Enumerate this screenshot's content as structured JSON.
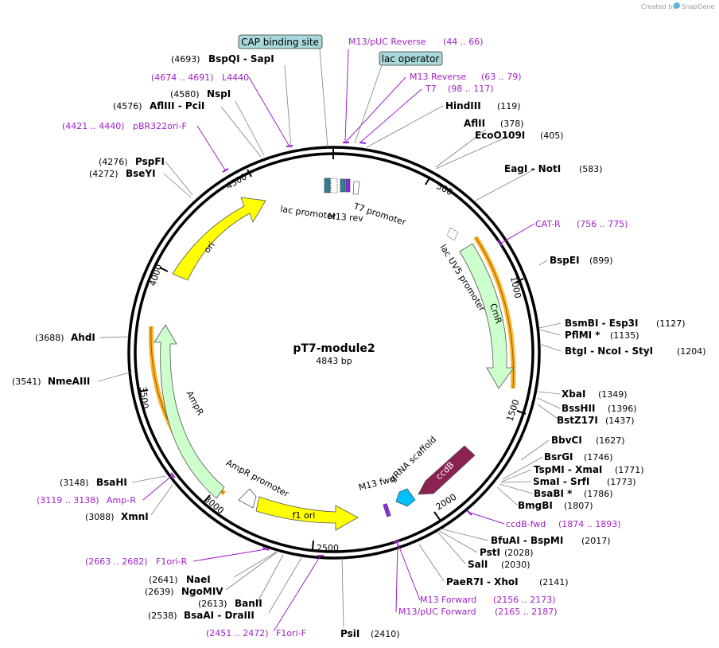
{
  "credit": {
    "created_by": "Created by",
    "brand": "SnapGene"
  },
  "plasmid": {
    "name": "pT7-module2",
    "length": "4843 bp",
    "bp": 4843
  },
  "colors": {
    "ring": "#000000",
    "site_line": "#808080",
    "primer": "#a020c8",
    "yellow": "#ffff00",
    "light_green": "#ccffcc",
    "orange": "#ffa500",
    "maroon": "#8b2252",
    "cyan": "#00bfff",
    "teal_box": "#a8d8dc",
    "purple_feature": "#8a2be2",
    "teal_feature": "#2f7f96"
  },
  "ticks": [
    "500",
    "1000",
    "1500",
    "2000",
    "2500",
    "3000",
    "3500",
    "4000",
    "4500"
  ],
  "sites": [
    {
      "name": "BspQI  -  SapI",
      "pos": "(4693)"
    },
    {
      "name": "NspI",
      "pos": "(4580)"
    },
    {
      "name": "AflIII  -  PciI",
      "pos": "(4576)"
    },
    {
      "name": "PspFI",
      "pos": "(4276)"
    },
    {
      "name": "BseYI",
      "pos": "(4272)"
    },
    {
      "name": "HindIII",
      "pos": "(119)"
    },
    {
      "name": "AflII",
      "pos": "(378)"
    },
    {
      "name": "EcoO109I",
      "pos": "(405)"
    },
    {
      "name": "EagI  -  NotI",
      "pos": "(583)"
    },
    {
      "name": "BspEI",
      "pos": "(899)"
    },
    {
      "name": "BsmBI  -  Esp3I",
      "pos": "(1127)"
    },
    {
      "name": "PflMI *",
      "pos": "(1135)"
    },
    {
      "name": "BtgI  -  NcoI  -  StyI",
      "pos": "(1204)"
    },
    {
      "name": "XbaI",
      "pos": "(1349)"
    },
    {
      "name": "BssHII",
      "pos": "(1396)"
    },
    {
      "name": "BstZ17I",
      "pos": "(1437)"
    },
    {
      "name": "BbvCI",
      "pos": "(1627)"
    },
    {
      "name": "BsrGI",
      "pos": "(1746)"
    },
    {
      "name": "TspMI  -  XmaI",
      "pos": "(1771)"
    },
    {
      "name": "SmaI  -  SrfI",
      "pos": "(1773)"
    },
    {
      "name": "BsaBI *",
      "pos": "(1786)"
    },
    {
      "name": "BmgBI",
      "pos": "(1807)"
    },
    {
      "name": "BfuAI  -  BspMI",
      "pos": "(2017)"
    },
    {
      "name": "PstI",
      "pos": "(2028)"
    },
    {
      "name": "SalI",
      "pos": "(2030)"
    },
    {
      "name": "PaeR7I  -  XhoI",
      "pos": "(2141)"
    },
    {
      "name": "PsiI",
      "pos": "(2410)"
    },
    {
      "name": "AhdI",
      "pos": "(3688)"
    },
    {
      "name": "NmeAIII",
      "pos": "(3541)"
    },
    {
      "name": "BsaHI",
      "pos": "(3148)"
    },
    {
      "name": "XmnI",
      "pos": "(3088)"
    },
    {
      "name": "NaeI",
      "pos": "(2641)"
    },
    {
      "name": "NgoMIV",
      "pos": "(2639)"
    },
    {
      "name": "BanII",
      "pos": "(2613)"
    },
    {
      "name": "BsaAI  -  DraIII",
      "pos": "(2538)"
    }
  ],
  "primers": [
    {
      "name": "M13/pUC Reverse",
      "range": "(44 .. 66)"
    },
    {
      "name": "L4440",
      "range": "(4674 .. 4691)"
    },
    {
      "name": "M13 Reverse",
      "range": "(63 .. 79)"
    },
    {
      "name": "T7",
      "range": "(98 .. 117)"
    },
    {
      "name": "pBR322ori-F",
      "range": "(4421 .. 4440)"
    },
    {
      "name": "CAT-R",
      "range": "(756 .. 775)"
    },
    {
      "name": "ccdB-fwd",
      "range": "(1874 .. 1893)"
    },
    {
      "name": "M13 Forward",
      "range": "(2156 .. 2173)"
    },
    {
      "name": "M13/pUC Forward",
      "range": "(2165 .. 2187)"
    },
    {
      "name": "F1ori-R",
      "range": "(2663 .. 2682)"
    },
    {
      "name": "F1ori-F",
      "range": "(2451 .. 2472)"
    },
    {
      "name": "Amp-R",
      "range": "(3119 .. 3138)"
    }
  ],
  "boxed_labels": [
    "CAP binding site",
    "lac operator"
  ],
  "features": [
    "lac promoter",
    "M13 rev",
    "T7 promoter",
    "lac UV5 promoter",
    "CmR",
    "ori",
    "AmpR",
    "AmpR promoter",
    "f1 ori",
    "M13 fwd",
    "gRNA scaffold",
    "ccdB"
  ]
}
